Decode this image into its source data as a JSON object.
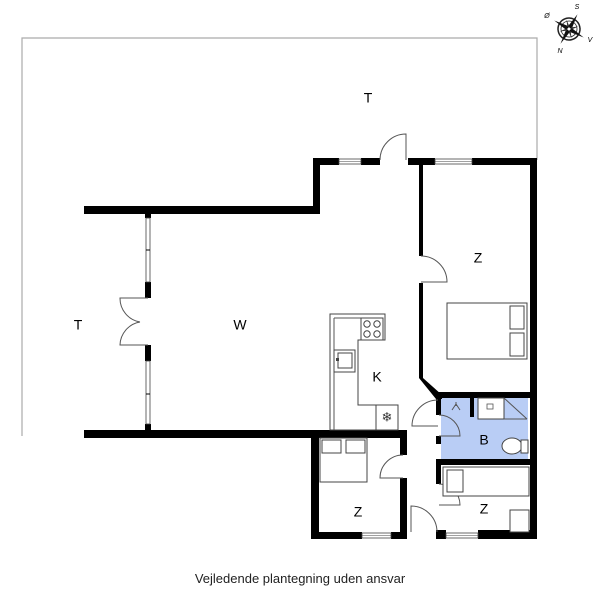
{
  "floorplan": {
    "caption": "Vejledende plantegning uden ansvar",
    "colors": {
      "wall": "#000000",
      "bathroom_fill": "#b9cdf5",
      "terrace_outline": "#aaaaaa"
    },
    "rooms": {
      "terrace_top": "T",
      "terrace_left": "T",
      "living": "W",
      "kitchen": "K",
      "bedroom_top_right": "Z",
      "bathroom": "B",
      "bedroom_bottom_left": "Z",
      "bedroom_bottom_right": "Z"
    },
    "compass": {
      "labels": [
        "S",
        "Ø",
        "N",
        "V"
      ]
    }
  }
}
